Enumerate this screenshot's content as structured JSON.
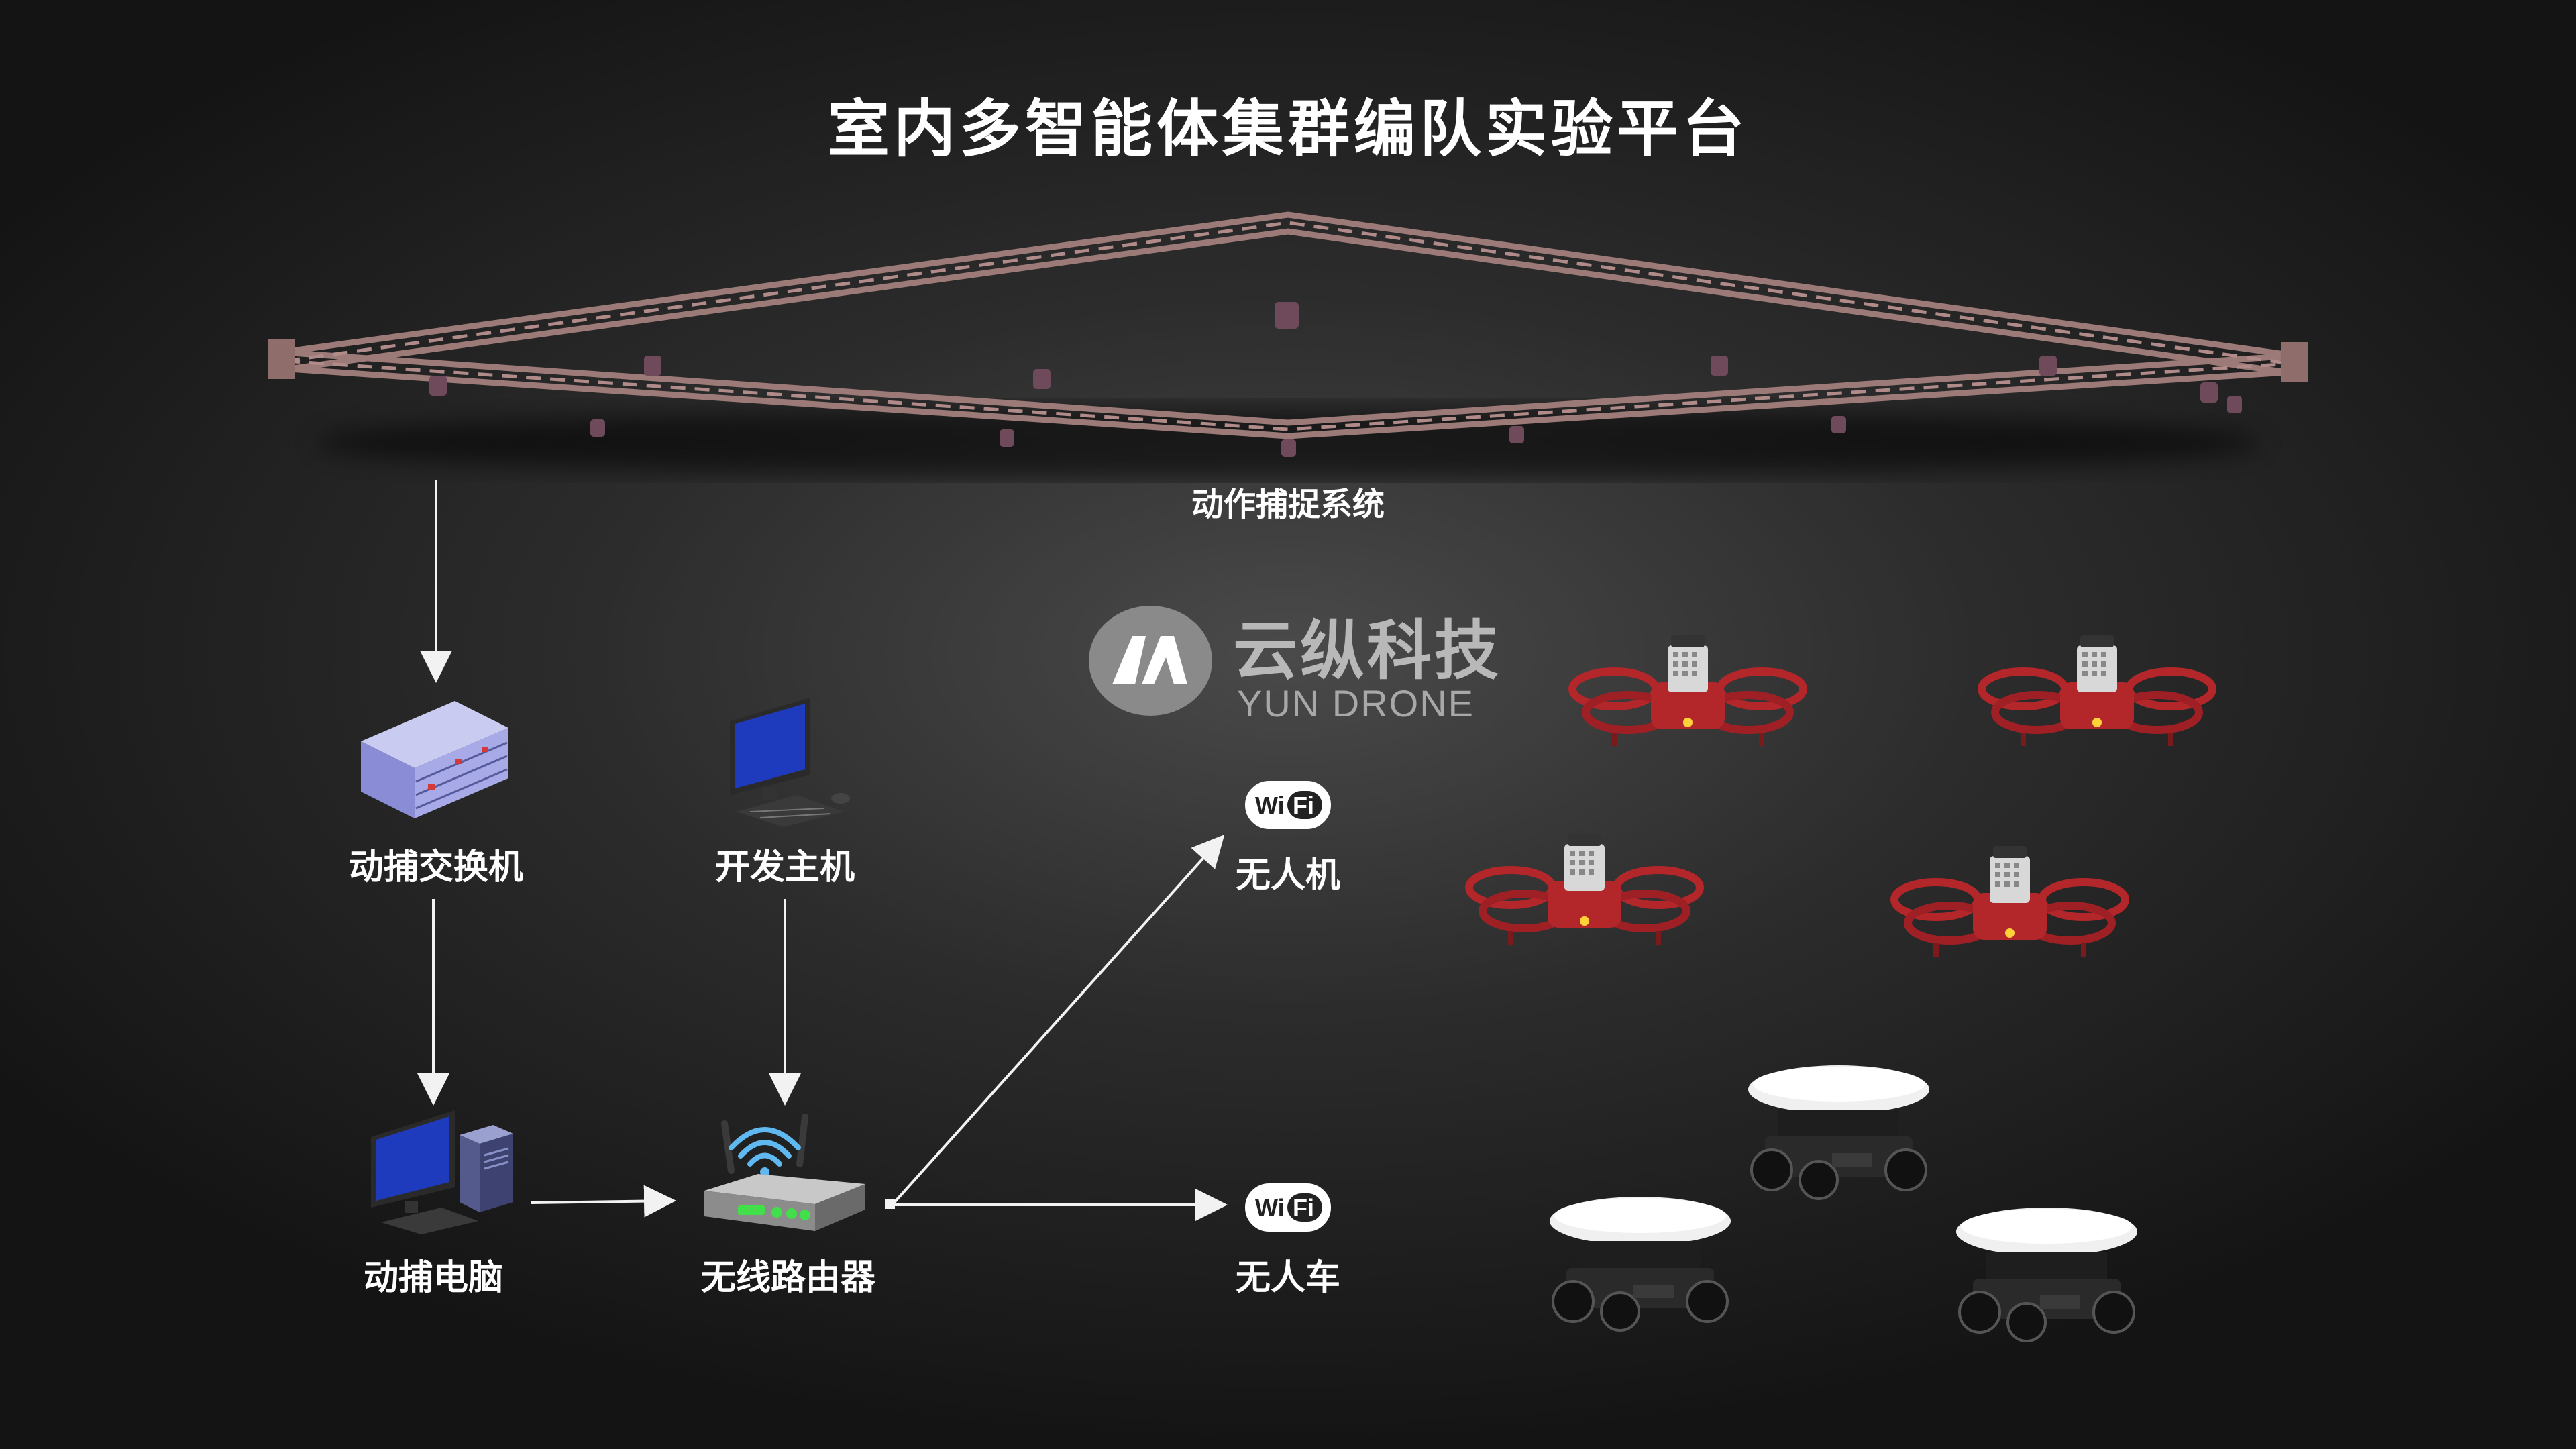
{
  "title": "室内多智能体集群编队实验平台",
  "mocap_label": "动作捕捉系统",
  "logo": {
    "cn": "云纵科技",
    "en": "YUN DRONE"
  },
  "nodes": {
    "switch": "动捕交换机",
    "dev_host": "开发主机",
    "mocap_pc": "动捕电脑",
    "router": "无线路由器",
    "uav": "无人机",
    "ugv": "无人车"
  },
  "wifi_text": {
    "wi": "Wi",
    "fi": "Fi"
  },
  "colors": {
    "truss": "#9c7a78",
    "drone": "#b3262a",
    "monitor": "#1f3bbd",
    "router_led": "#41e04a",
    "arrow": "#f2f2f2"
  },
  "icons": [
    "truss-frame-icon",
    "switch-server-icon",
    "desktop-monitor-icon",
    "desktop-tower-icon",
    "router-icon",
    "wifi-badge-icon",
    "quadcopter-icon",
    "robot-car-icon",
    "logo-mark-icon"
  ]
}
